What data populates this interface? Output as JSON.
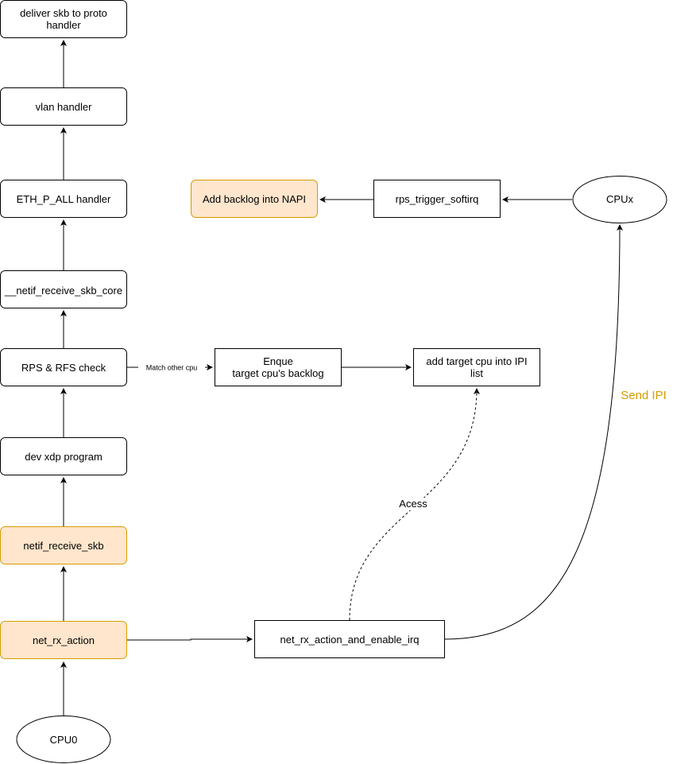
{
  "colors": {
    "highlight_fill": "#ffe6cc",
    "highlight_stroke": "#d79b00",
    "default_fill": "#ffffff",
    "default_stroke": "#000000",
    "ipi_label": "#d79b00"
  },
  "nodes": {
    "deliver": {
      "lines": [
        "deliver skb to proto",
        "handler"
      ]
    },
    "vlan": {
      "lines": [
        "vlan handler"
      ]
    },
    "eth_p_all": {
      "lines": [
        "ETH_P_ALL handler"
      ]
    },
    "netif_core": {
      "lines": [
        "__netif_receive_skb_core"
      ]
    },
    "rps_rfs": {
      "lines": [
        "RPS & RFS check"
      ]
    },
    "dev_xdp": {
      "lines": [
        "dev xdp program"
      ]
    },
    "netif_receive": {
      "lines": [
        "netif_receive_skb"
      ]
    },
    "net_rx": {
      "lines": [
        "net_rx_action"
      ]
    },
    "cpu0": {
      "lines": [
        "CPU0"
      ]
    },
    "enque": {
      "lines": [
        "Enque",
        "target cpu's backlog"
      ]
    },
    "add_target": {
      "lines": [
        "add target cpu into IPI",
        "list"
      ]
    },
    "net_rx_irq": {
      "lines": [
        "net_rx_action_and_enable_irq"
      ]
    },
    "add_backlog": {
      "lines": [
        "Add backlog into NAPI"
      ]
    },
    "rps_trigger": {
      "lines": [
        "rps_trigger_softirq"
      ]
    },
    "cpux": {
      "lines": [
        "CPUx"
      ]
    }
  },
  "edge_labels": {
    "match_other_cpu": "Match other cpu",
    "access": "Acess",
    "send_ipi": "Send IPI"
  }
}
